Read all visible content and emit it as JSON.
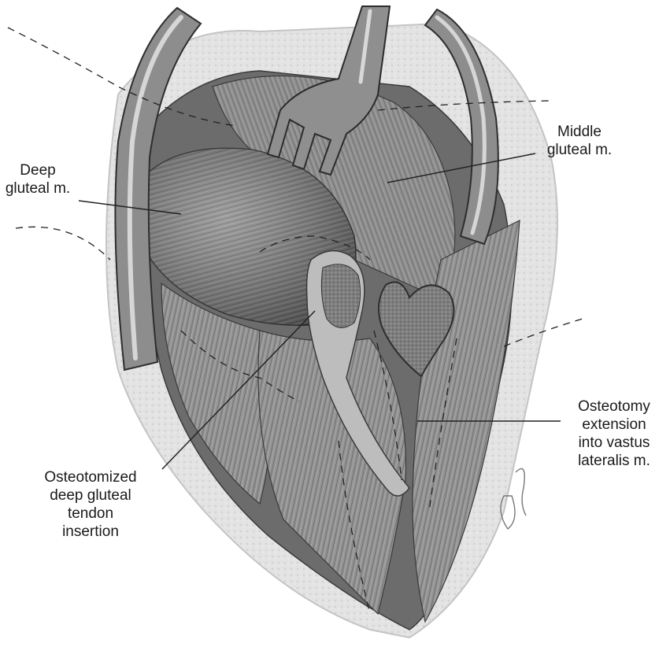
{
  "labels": {
    "deep_gluteal": [
      "Deep",
      "gluteal m."
    ],
    "middle_gluteal": [
      "Middle",
      "gluteal m."
    ],
    "osteotomized_tendon": [
      "Osteotomized",
      "deep gluteal",
      "tendon",
      "insertion"
    ],
    "osteotomy_extension": [
      "Osteotomy",
      "extension",
      "into vastus",
      "lateralis m."
    ]
  },
  "colors": {
    "muscle": "#8a8a8a",
    "muscle_dark": "#4a4a4a",
    "retractor": "#8f8f8f",
    "retractor_highlight": "#d6d6d6",
    "bone_surface": "#7a7a7a",
    "skin_edge": "#d8d8d8",
    "line": "#222222"
  }
}
